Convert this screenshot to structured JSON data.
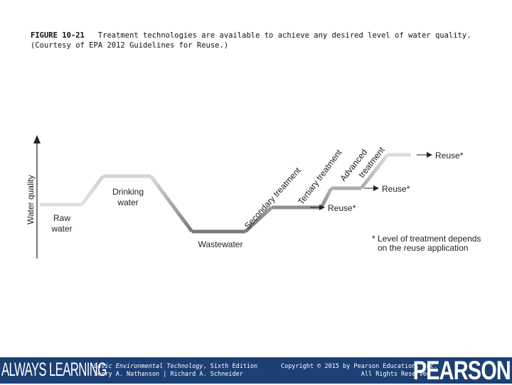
{
  "caption": {
    "figure_label": "FIGURE 10-21",
    "text": "Treatment technologies are available to achieve any desired level of water quality.",
    "credit": "(Courtesy of EPA 2012 Guidelines for Reuse.)"
  },
  "diagram": {
    "y_axis_label": "Water quality",
    "raw_water_line1": "Raw",
    "raw_water_line2": "water",
    "drinking_water_line1": "Drinking",
    "drinking_water_line2": "water",
    "wastewater": "Wastewater",
    "secondary_treatment": "Secondary treatment",
    "tertiary_treatment": "Tertiary treatment",
    "advanced_treatment_line1": "Advanced",
    "advanced_treatment_line2": "treatment",
    "reuse_low": "Reuse*",
    "reuse_mid": "Reuse*",
    "reuse_high": "Reuse*",
    "footnote_line1": "* Level of treatment depends",
    "footnote_line2": "on the reuse application"
  },
  "footer": {
    "always_learning": "ALWAYS LEARNING",
    "book_title": "Basic Environmental Technology",
    "book_edition": ", Sixth Edition",
    "authors": "Jerry A. Nathanson | Richard A. Schneider",
    "copyright": "Copyright © 2015 by Pearson Education, Inc.",
    "rights": "All Rights Reserved",
    "brand": "PEARSON"
  },
  "colors": {
    "footer_bg": "#1c3f74",
    "path_dark": "#777777",
    "path_light": "#d6d6d6"
  }
}
